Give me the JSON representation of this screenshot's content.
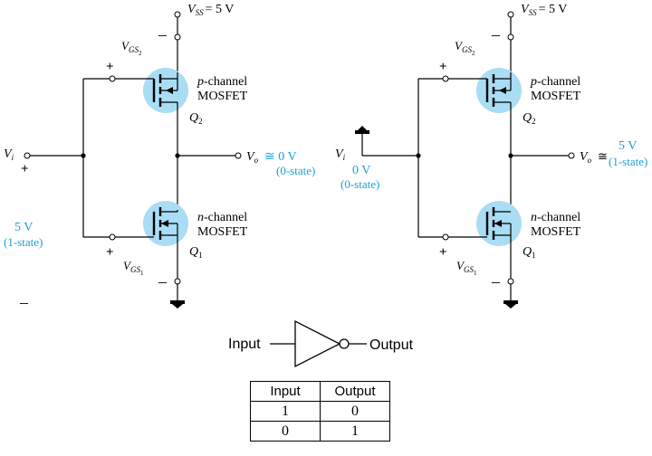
{
  "left_circuit": {
    "vss_label": "V",
    "vss_sub": "SS",
    "vss_value": "= 5 V",
    "vgs2_label": "V",
    "vgs2_sub": "GS",
    "vgs2_subsub": "2",
    "vgs1_label": "V",
    "vgs1_sub": "GS",
    "vgs1_subsub": "1",
    "p_type_italic": "p",
    "p_type_rest": "-channel",
    "p_mosfet": "MOSFET",
    "q2_label": "Q",
    "q2_sub": "2",
    "n_type_italic": "n",
    "n_type_rest": "-channel",
    "n_mosfet": "MOSFET",
    "q1_label": "Q",
    "q1_sub": "1",
    "vi_label": "V",
    "vi_sub": "i",
    "vo_label": "V",
    "vo_sub": "o",
    "vo_value": "≅ 0 V",
    "vo_state": "(0-state)",
    "input_value": "5 V",
    "input_state": "(1-state)",
    "plus": "+",
    "minus": "–"
  },
  "right_circuit": {
    "vss_label": "V",
    "vss_sub": "SS",
    "vss_value": "= 5 V",
    "vgs2_label": "V",
    "vgs2_sub": "GS",
    "vgs2_subsub": "2",
    "vgs1_label": "V",
    "vgs1_sub": "GS",
    "vgs1_subsub": "1",
    "p_type_italic": "p",
    "p_type_rest": "-channel",
    "p_mosfet": "MOSFET",
    "q2_label": "Q",
    "q2_sub": "2",
    "n_type_italic": "n",
    "n_type_rest": "-channel",
    "n_mosfet": "MOSFET",
    "q1_label": "Q",
    "q1_sub": "1",
    "vi_label": "V",
    "vi_sub": "i",
    "vi_value": "0 V",
    "vi_state": "(0-state)",
    "vo_label": "V",
    "vo_sub": "o",
    "vo_approx": "≅",
    "vo_value": "5 V",
    "vo_state": "(1-state)",
    "plus": "+",
    "minus": "–"
  },
  "gate": {
    "input_label": "Input",
    "output_label": "Output",
    "symbol": "not-gate-icon"
  },
  "truth_table": {
    "headers": [
      "Input",
      "Output"
    ],
    "rows": [
      [
        "1",
        "0"
      ],
      [
        "0",
        "1"
      ]
    ]
  },
  "colors": {
    "accent_blue": "#1a9fd8",
    "transistor_bubble": "#a9ddf4"
  }
}
